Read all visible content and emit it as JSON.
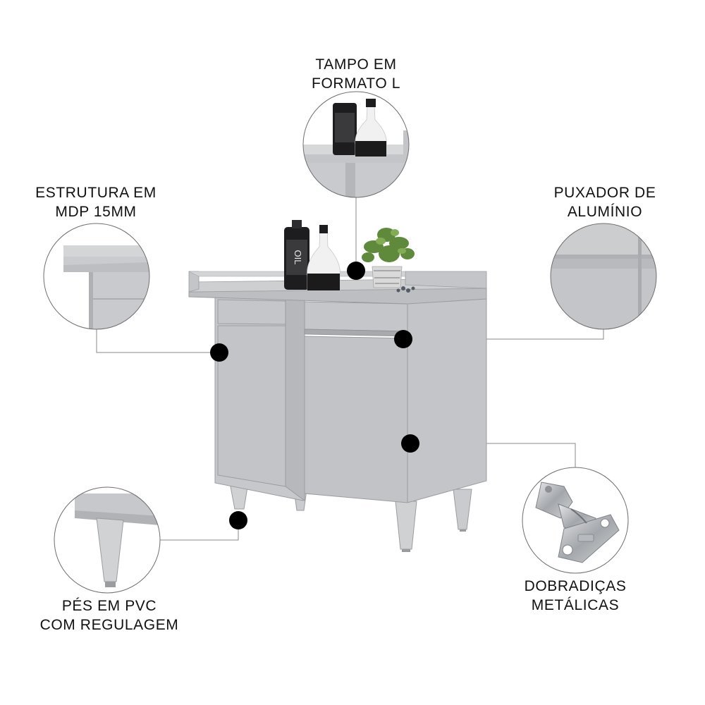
{
  "features": {
    "tampo": {
      "line1": "TAMPO EM",
      "line2": "FORMATO L",
      "icon": "countertop-detail-icon"
    },
    "estrutura": {
      "line1": "ESTRUTURA EM",
      "line2": "MDP 15MM",
      "icon": "structure-detail-icon"
    },
    "puxador": {
      "line1": "PUXADOR DE",
      "line2": "ALUMÍNIO",
      "icon": "handle-detail-icon"
    },
    "pes": {
      "line1": "PÉS EM PVC",
      "line2": "COM REGULAGEM",
      "icon": "leg-detail-icon"
    },
    "dobradicas": {
      "line1": "DOBRADIÇAS",
      "line2": "METÁLICAS",
      "icon": "hinge-detail-icon"
    }
  },
  "bottle_label": "OIL",
  "colors": {
    "cabinet": "#bfc1c4",
    "cabinet_dark": "#a9abae",
    "cabinet_light": "#cfd1d3",
    "marker": "#000000",
    "leader": "#8a8a8a",
    "text": "#111111"
  }
}
